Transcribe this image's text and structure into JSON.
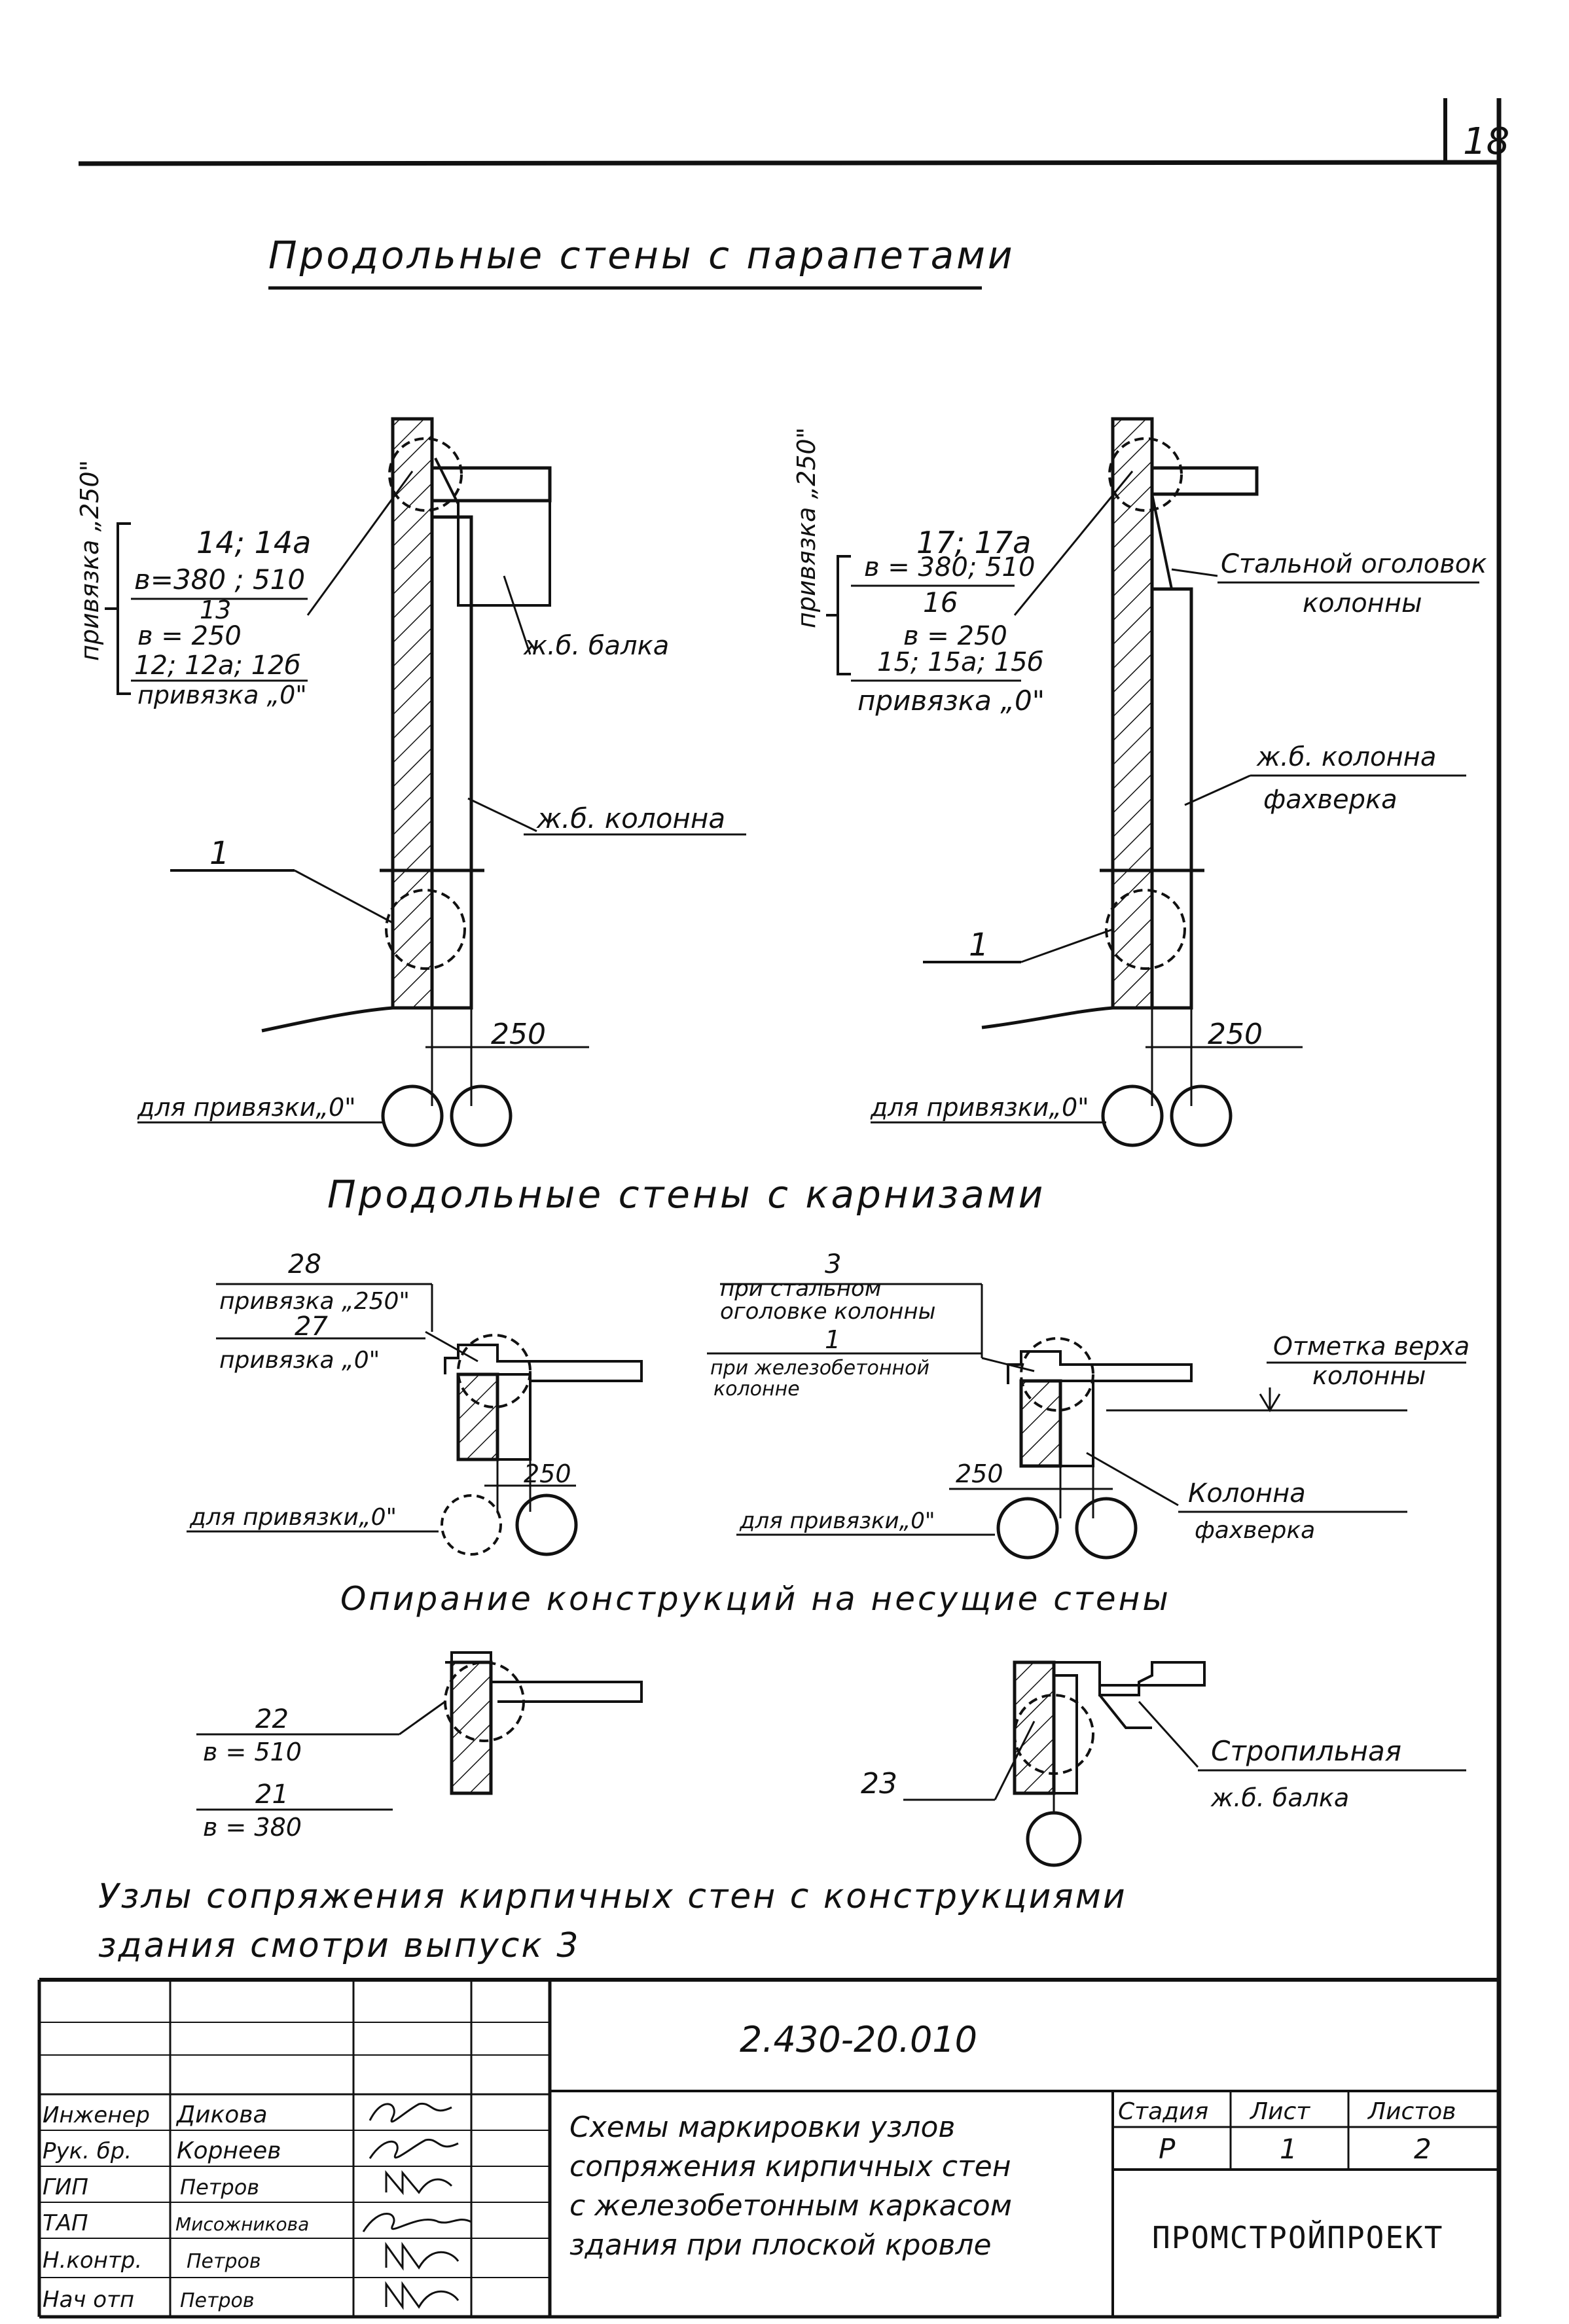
{
  "page_number": "18",
  "sections": {
    "parapets_title": "Продольные стены с парапетами",
    "cornices_title": "Продольные стены с карнизами",
    "bearing_title": "Опирание конструкций на несущие стены"
  },
  "left_parapet": {
    "binding_250": "привязка „250\"",
    "m1": "14; 14а",
    "m1_sub": "в=380 ; 510",
    "m2": "13",
    "m2_sub": "в = 250",
    "m3": "12; 12а; 12б",
    "binding_0": "привязка „0\"",
    "beam": "ж.б. балка",
    "column": "ж.б. колонна",
    "callout": "1",
    "dim": "250",
    "axis_note": "для привязки„0\""
  },
  "right_parapet": {
    "binding_250": "привязка „250\"",
    "m1": "17; 17а",
    "m1_sub": "в = 380; 510",
    "m2": "16",
    "m2_sub": "в = 250",
    "m3": "15; 15а; 15б",
    "binding_0": "привязка „0\"",
    "steel_head_1": "Стальной оголовок",
    "steel_head_2": "колонны",
    "col_1": "ж.б. колонна",
    "col_2": "фахверка",
    "callout": "1",
    "dim": "250",
    "axis_note": "для привязки„0\""
  },
  "cornice_left": {
    "m1": "28",
    "b250": "привязка „250\"",
    "m2": "27",
    "b0": "привязка „0\"",
    "dim": "250",
    "axis_note": "для привязки„0\""
  },
  "cornice_right": {
    "m1": "3",
    "steel_1": "при стальном",
    "steel_2": "оголовке колонны",
    "m2": "1",
    "rc_1": "при железобетонной",
    "rc_2": "колонне",
    "top_1": "Отметка верха",
    "top_2": "колонны",
    "dim": "250",
    "axis_note": "для привязки„0\"",
    "col_1": "Колонна",
    "col_2": "фахверка"
  },
  "bearing_left": {
    "m1": "22",
    "m1_sub": "в = 510",
    "m2": "21",
    "m2_sub": "в = 380"
  },
  "bearing_right": {
    "callout": "23",
    "beam_1": "Стропильная",
    "beam_2": "ж.б. балка"
  },
  "note": {
    "line1": "Узлы сопряжения кирпичных стен с конструкциями",
    "line2": "здания смотри выпуск 3"
  },
  "title_block": {
    "doc_code": "2.430-20.010",
    "roles": [
      "Инженер",
      "Рук. бр.",
      "ГИП",
      "ТАП",
      "Н.контр.",
      "Нач отп"
    ],
    "names": [
      "Дикова",
      "Корнеев",
      "Петров",
      "Мисожникова",
      "Петров",
      "Петров"
    ],
    "desc": [
      "Схемы маркировки узлов",
      "сопряжения кирпичных стен",
      "с железобетонным каркасом",
      "здания при плоской кровле"
    ],
    "stage_label": "Стадия",
    "sheet_label": "Лист",
    "sheets_label": "Листов",
    "stage_value": "Р",
    "sheet_value": "1",
    "sheets_value": "2",
    "org": "ПРОМСТРОЙПРОЕКТ"
  }
}
